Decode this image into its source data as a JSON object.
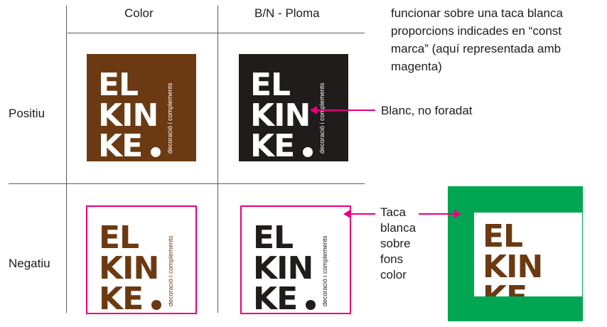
{
  "headers": {
    "color": "Color",
    "bn": "B/N - Ploma"
  },
  "rows": {
    "positive": "Positiu",
    "negative": "Negatiu"
  },
  "note": {
    "line1": "funcionar sobre una taca blanca",
    "line2": "proporcions indicades en “const",
    "line3": "marca” (aquí representada amb",
    "line4": "magenta)"
  },
  "callouts": {
    "white": "Blanc, no foradat",
    "taca": [
      "Taca",
      "blanca",
      "sobre",
      "fons",
      "color"
    ]
  },
  "logo": {
    "line1": "EL",
    "line2": "KIN",
    "line3": "KE",
    "tagline": "decoració i complements"
  },
  "colors": {
    "brown": "#6b3a12",
    "black": "#1f1c1b",
    "magenta": "#e6007e",
    "green": "#00a651"
  }
}
